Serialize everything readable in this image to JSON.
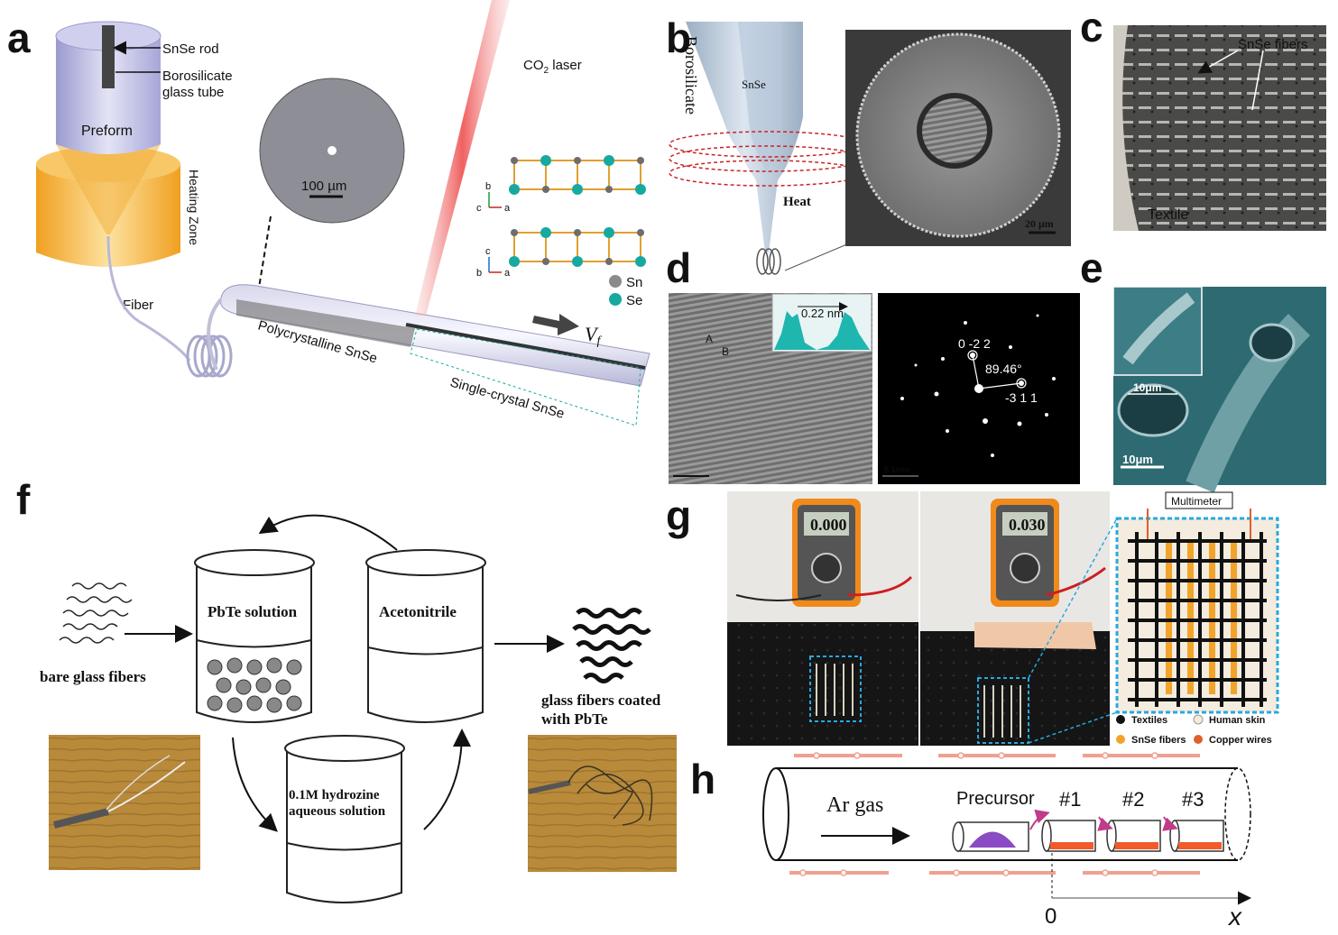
{
  "panel_labels": [
    "a",
    "b",
    "c",
    "d",
    "e",
    "f",
    "g",
    "h"
  ],
  "panel_a": {
    "preform_labels": [
      "SnSe rod",
      "Borosilicate",
      "glass tube",
      "Preform",
      "Heating Zone",
      "Fiber"
    ],
    "cross_section_scale": "100 µm",
    "laser_label": "CO",
    "laser_sub": "2",
    "laser_suffix": " laser",
    "crystal_axes_top": [
      "b",
      "c",
      "a"
    ],
    "crystal_axes_bottom": [
      "c",
      "b",
      "a"
    ],
    "legend": [
      "Sn",
      "Se"
    ],
    "velocity_label": "V",
    "velocity_sub": "f",
    "fiber_sections": [
      "Polycrystalline SnSe",
      "Single-crystal SnSe"
    ],
    "colors": {
      "sn": "#6d6d6d",
      "se": "#17a9a0",
      "bond": "#e0a030",
      "laser": "#f2a3a3",
      "heating": "#f5b13a"
    }
  },
  "panel_b": {
    "labels": [
      "Borosilicate",
      "SnSe",
      "Heat"
    ],
    "sem_scale": "20 μm",
    "colors": {
      "heat": "#cc2222",
      "snse": "#3f6fb8"
    }
  },
  "panel_c": {
    "labels": [
      "SnSe fibers",
      "Textile"
    ]
  },
  "panel_d": {
    "profile_label": "0.22 nm",
    "points": [
      "A",
      "B"
    ],
    "diffraction_labels": [
      "0 -2 2",
      "89.46°",
      "-3 1 1"
    ],
    "scale": "5 1/nm"
  },
  "panel_e": {
    "inner_scale": "10μm",
    "outer_scale": "10μm"
  },
  "panel_f": {
    "beakers": [
      "PbTe solution",
      "Acetonitrile",
      "0.1M hydrozine",
      "aqueous solution"
    ],
    "input_label": "bare glass fibers",
    "output_label": [
      "glass fibers coated",
      "with PbTe"
    ]
  },
  "panel_g": {
    "meter_readings": [
      "0.000",
      "0.030"
    ],
    "inset_title": "Multimeter",
    "legend": [
      "Textiles",
      "Human skin",
      "SnSe fibers",
      "Copper wires"
    ],
    "colors": {
      "textiles": "#111111",
      "skin": "#f3ecd8",
      "snse": "#f2a32a",
      "copper": "#e0602a",
      "frame": "#27a8e0"
    }
  },
  "panel_h": {
    "gas_label": "Ar gas",
    "precursor_label": "Precursor",
    "boats": [
      "#1",
      "#2",
      "#3"
    ],
    "axis": {
      "origin": "0",
      "xlabel": "x"
    },
    "colors": {
      "heater": "#f0a090",
      "deposit": "#f25a2a",
      "precursor": "#8a4bc4",
      "arrow": "#c23a8a"
    }
  }
}
